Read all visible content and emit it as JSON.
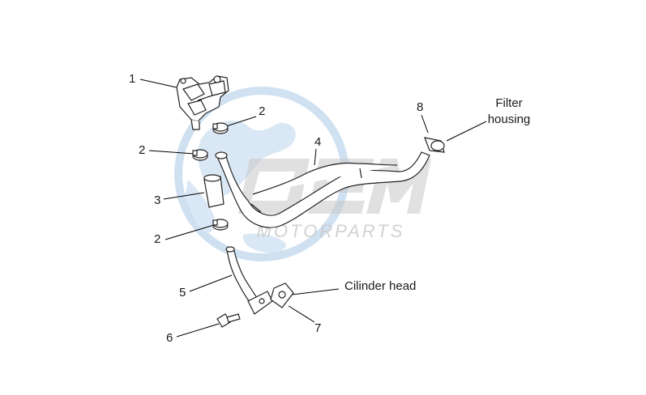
{
  "diagram": {
    "watermark": {
      "brand": "OEM",
      "subtitle": "MOTORPARTS",
      "globe_color": "#a9c9e6",
      "text_color": "#c8c8c8"
    },
    "callouts": [
      {
        "id": "1",
        "text": "1"
      },
      {
        "id": "2a",
        "text": "2"
      },
      {
        "id": "2b",
        "text": "2"
      },
      {
        "id": "3",
        "text": "3"
      },
      {
        "id": "2c",
        "text": "2"
      },
      {
        "id": "4",
        "text": "4"
      },
      {
        "id": "5",
        "text": "5"
      },
      {
        "id": "6",
        "text": "6"
      },
      {
        "id": "7",
        "text": "7"
      },
      {
        "id": "8",
        "text": "8"
      }
    ],
    "destinations": {
      "filter_housing_line1": "Filter",
      "filter_housing_line2": "housing",
      "cylinder_head": "Cilinder head"
    },
    "line_color": "#000000"
  }
}
